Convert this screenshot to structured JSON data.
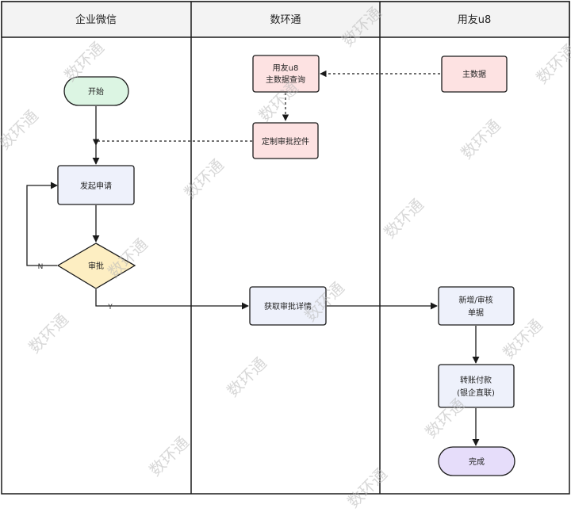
{
  "lanes": [
    "企业微信",
    "数环通",
    "用友u8"
  ],
  "nodes": {
    "start": "开始",
    "initiate": "发起申请",
    "approve": "审批",
    "u8_query_line1": "用友u8",
    "u8_query_line2": "主数据查询",
    "custom_control": "定制审批控件",
    "get_details": "获取审批详情",
    "master_data": "主数据",
    "new_review_line1": "新增/审核",
    "new_review_line2": "单据",
    "transfer_line1": "转账付款",
    "transfer_line2": "(银企直联)",
    "done": "完成"
  },
  "edges": {
    "no_label": "N",
    "yes_label": "Y"
  },
  "watermark": "数环通",
  "colors": {
    "start_fill": "#dcf5e3",
    "process_fill": "#eef1fb",
    "pink_fill": "#fde2e2",
    "diamond_fill": "#fdeec2",
    "done_fill": "#e6ddfa",
    "header_fill": "#f3f3f3",
    "line": "#1a1a1a"
  }
}
